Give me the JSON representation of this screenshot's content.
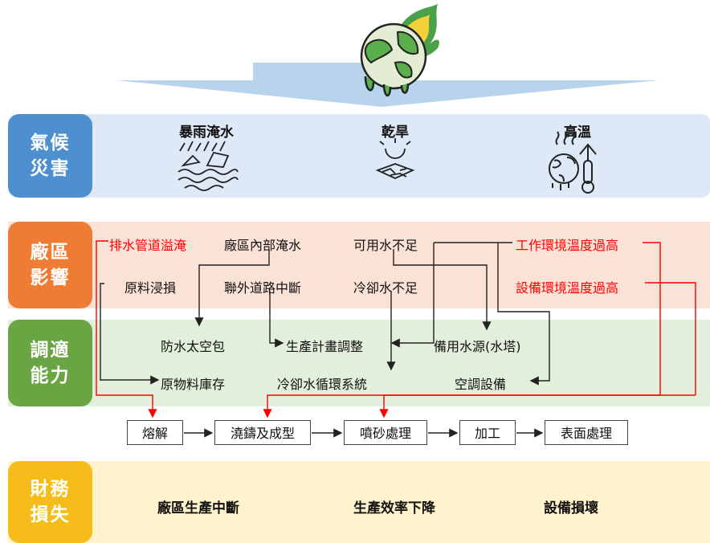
{
  "categories": {
    "climate": "氣候\n災害",
    "factory": "廠區\n影響",
    "adapt": "調適\n能力",
    "finance": "財務\n損失"
  },
  "climate": {
    "flood": "暴雨淹水",
    "drought": "乾旱",
    "heat": "高溫"
  },
  "factory_impacts": {
    "drain_overflow": "排水管道溢淹",
    "internal_flood": "廠區內部淹水",
    "water_shortage": "可用水不足",
    "work_temp": "工作環境溫度過高",
    "raw_damage": "原料浸損",
    "road_blocked": "聯外道路中斷",
    "coolant_shortage": "冷卻水不足",
    "equip_temp": "設備環境溫度過高"
  },
  "adaptation": {
    "sandbags": "防水太空包",
    "schedule": "生產計畫調整",
    "backup_water": "備用水源(水塔)",
    "inventory": "原物料庫存",
    "coolant_recycle": "冷卻水循環系統",
    "aircon": "空調設備"
  },
  "process": [
    "熔解",
    "澆鑄及成型",
    "噴砂處理",
    "加工",
    "表面處理"
  ],
  "finance": {
    "halt": "廠區生產中斷",
    "efficiency": "生產效率下降",
    "damage": "設備損壞"
  },
  "colors": {
    "climate_label": "#4e8fd0",
    "climate_band": "#dde9f6",
    "factory_label": "#ee7c35",
    "factory_band": "#fae2d6",
    "adapt_label": "#6aa544",
    "adapt_band": "#e2efda",
    "finance_label": "#f6bd1a",
    "finance_band": "#fff2cc",
    "arrow": "#b8d3ec",
    "red": "#ff0000"
  }
}
